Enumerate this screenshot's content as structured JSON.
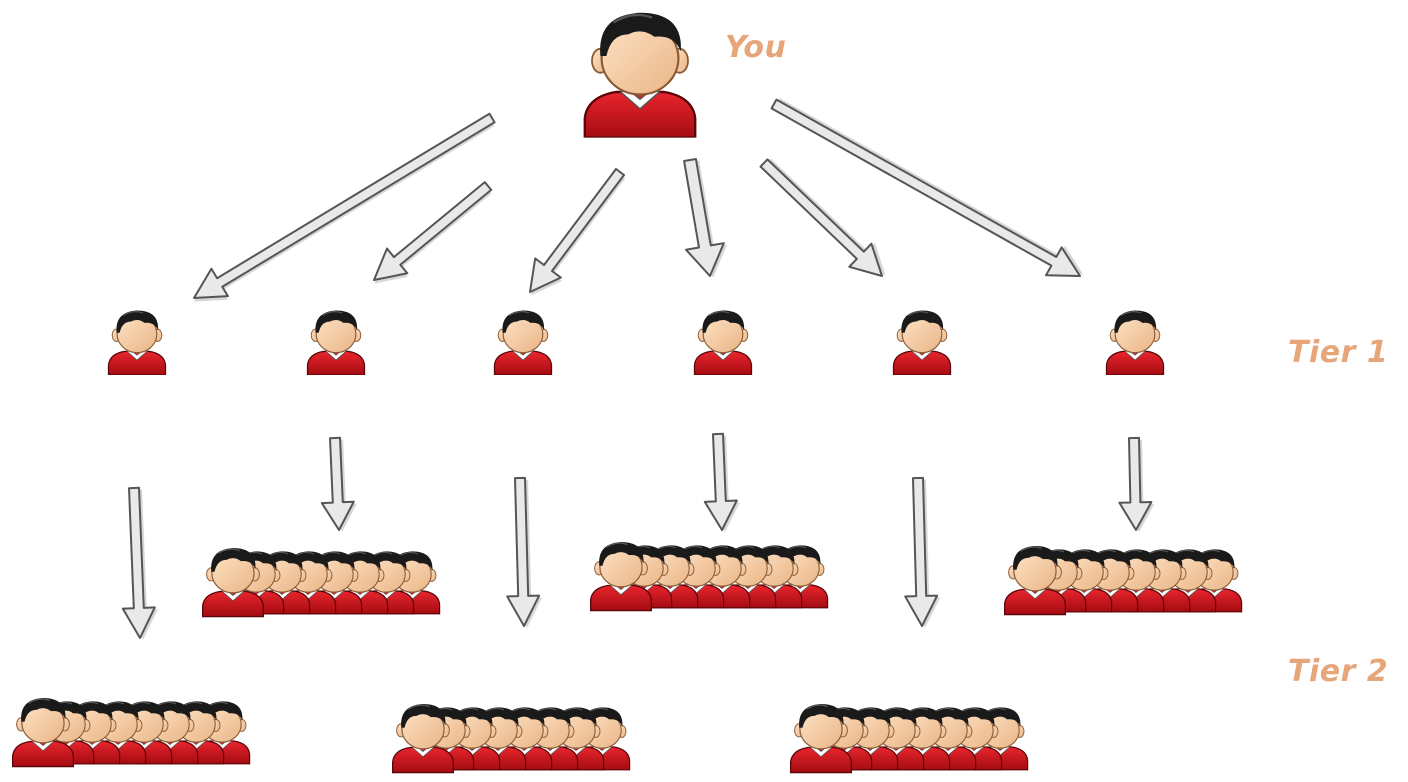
{
  "labels": {
    "you": "You",
    "tier1": "Tier 1",
    "tier2": "Tier 2"
  },
  "colors": {
    "label": "#e7a57a",
    "hair": "#1a1a1a",
    "skin": "#f7cfa5",
    "shirt": "#d0131b",
    "collar": "#ffffff",
    "arrow_fill": "#e6e6e6",
    "arrow_stroke": "#555555"
  },
  "icons": {
    "person": "person-icon",
    "group": "group-icon",
    "arrow": "arrow-icon"
  },
  "structure": {
    "root": "you",
    "tier1_count": 6,
    "tier2_groups": 6,
    "people_per_group": 8
  }
}
